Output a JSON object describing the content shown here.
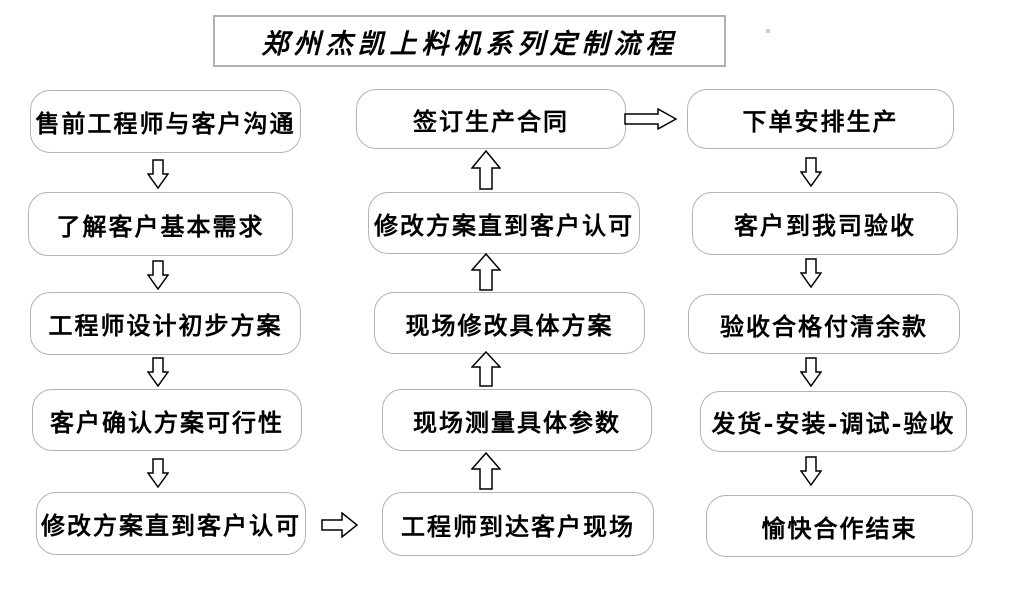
{
  "title": "郑州杰凯上料机系列定制流程",
  "flow": {
    "left": {
      "direction": "down",
      "steps": [
        "售前工程师与客户沟通",
        "了解客户基本需求",
        "工程师设计初步方案",
        "客户确认方案可行性",
        "修改方案直到客户认可"
      ]
    },
    "middle": {
      "direction": "up",
      "steps": [
        "签订生产合同",
        "修改方案直到客户认可",
        "现场修改具体方案",
        "现场测量具体参数",
        "工程师到达客户现场"
      ]
    },
    "right": {
      "direction": "down",
      "steps": [
        "下单安排生产",
        "客户到我司验收",
        "验收合格付清余款",
        "发货-安装-调试-验收",
        "愉快合作结束"
      ]
    }
  },
  "connectors": {
    "bottom_left_to_middle": "right-arrow",
    "middle_top_to_right": "right-arrow"
  },
  "colors": {
    "box_border": "#b3b3b3",
    "title_border": "#b0b0b0",
    "arrow_outline": "#000000",
    "text": "#000000",
    "background": "#ffffff"
  }
}
